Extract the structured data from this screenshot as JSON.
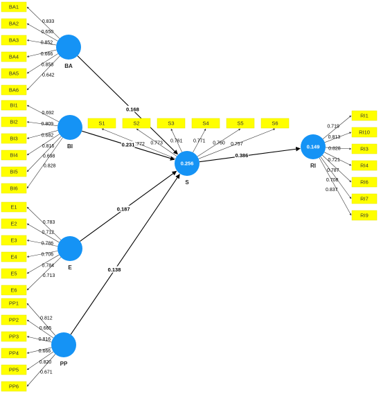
{
  "constructs": {
    "BA": {
      "name": "BA",
      "r2": ""
    },
    "BI": {
      "name": "BI",
      "r2": ""
    },
    "E": {
      "name": "E",
      "r2": ""
    },
    "PP": {
      "name": "PP",
      "r2": ""
    },
    "S": {
      "name": "S",
      "r2": "0.256"
    },
    "RI": {
      "name": "RI",
      "r2": "0.149"
    }
  },
  "paths": [
    {
      "from": "BA",
      "to": "S",
      "coef": "0.168"
    },
    {
      "from": "BI",
      "to": "S",
      "coef": "0.231"
    },
    {
      "from": "E",
      "to": "S",
      "coef": "0.187"
    },
    {
      "from": "PP",
      "to": "S",
      "coef": "0.138"
    },
    {
      "from": "S",
      "to": "RI",
      "coef": "0.386"
    }
  ],
  "indicators": {
    "BA": [
      {
        "label": "BA1",
        "loading": "0.833"
      },
      {
        "label": "BA2",
        "loading": "0.650"
      },
      {
        "label": "BA3",
        "loading": "0.852"
      },
      {
        "label": "BA4",
        "loading": "0.666"
      },
      {
        "label": "BA5",
        "loading": "0.858"
      },
      {
        "label": "BA6",
        "loading": "0.642"
      }
    ],
    "BI": [
      {
        "label": "BI1",
        "loading": "0.692"
      },
      {
        "label": "BI2",
        "loading": "0.809"
      },
      {
        "label": "BI3",
        "loading": "0.682"
      },
      {
        "label": "BI4",
        "loading": "0.816"
      },
      {
        "label": "BI5",
        "loading": "0.698"
      },
      {
        "label": "BI6",
        "loading": "0.828"
      }
    ],
    "E": [
      {
        "label": "E1",
        "loading": "0.783"
      },
      {
        "label": "E2",
        "loading": "0.712"
      },
      {
        "label": "E3",
        "loading": "0.786"
      },
      {
        "label": "E4",
        "loading": "0.706"
      },
      {
        "label": "E5",
        "loading": "0.784"
      },
      {
        "label": "E6",
        "loading": "0.713"
      }
    ],
    "PP": [
      {
        "label": "PP1",
        "loading": "0.812"
      },
      {
        "label": "PP2",
        "loading": "0.665"
      },
      {
        "label": "PP3",
        "loading": "0.816"
      },
      {
        "label": "PP4",
        "loading": "0.666"
      },
      {
        "label": "PP5",
        "loading": "0.820"
      },
      {
        "label": "PP6",
        "loading": "0.671"
      }
    ],
    "S": [
      {
        "label": "S1",
        "loading": "0.772"
      },
      {
        "label": "S2",
        "loading": "0.773"
      },
      {
        "label": "S3",
        "loading": "0.761"
      },
      {
        "label": "S4",
        "loading": "0.771"
      },
      {
        "label": "S5",
        "loading": "0.760"
      },
      {
        "label": "S6",
        "loading": "0.757"
      }
    ],
    "RI": [
      {
        "label": "RI1",
        "loading": "0.719"
      },
      {
        "label": "RI10",
        "loading": "0.813"
      },
      {
        "label": "RI3",
        "loading": "0.828"
      },
      {
        "label": "RI4",
        "loading": "0.721"
      },
      {
        "label": "RI6",
        "loading": "0.787"
      },
      {
        "label": "RI7",
        "loading": "0.708"
      },
      {
        "label": "RI9",
        "loading": "0.837"
      }
    ]
  },
  "colors": {
    "construct_fill": "#1593f5",
    "indicator_fill": "#ffff00",
    "edge": "#000000"
  }
}
